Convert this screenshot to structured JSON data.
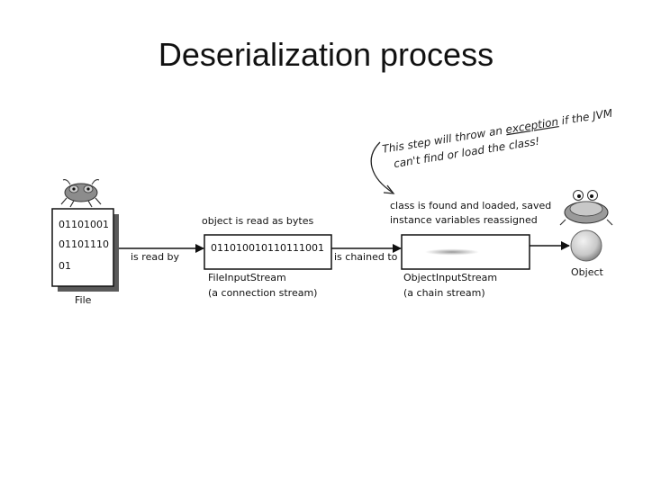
{
  "slide": {
    "title": "Deserialization process"
  },
  "annotation": {
    "line1_pre": "This step will throw an ",
    "line1_emph": "exception",
    "line1_post": " if the JVM",
    "line2": "can't find or load the class!"
  },
  "file": {
    "bits": [
      "01101001",
      "01101110",
      "01"
    ],
    "caption": "File"
  },
  "arrows": {
    "read_by": "is read by",
    "chained_to": "is chained to"
  },
  "file_input_stream": {
    "header": "object is read as bytes",
    "bytes": "011010010110111001",
    "name": "FileInputStream",
    "kind": "(a connection stream)"
  },
  "object_input_stream": {
    "header_line1": "class is found and loaded, saved",
    "header_line2": "instance variables reassigned",
    "name": "ObjectInputStream",
    "kind": "(a chain stream)"
  },
  "object": {
    "caption": "Object"
  },
  "icons": {
    "file_creature": "bug-icon",
    "object_creature": "frog-icon",
    "object_ball": "object-ball-icon"
  }
}
